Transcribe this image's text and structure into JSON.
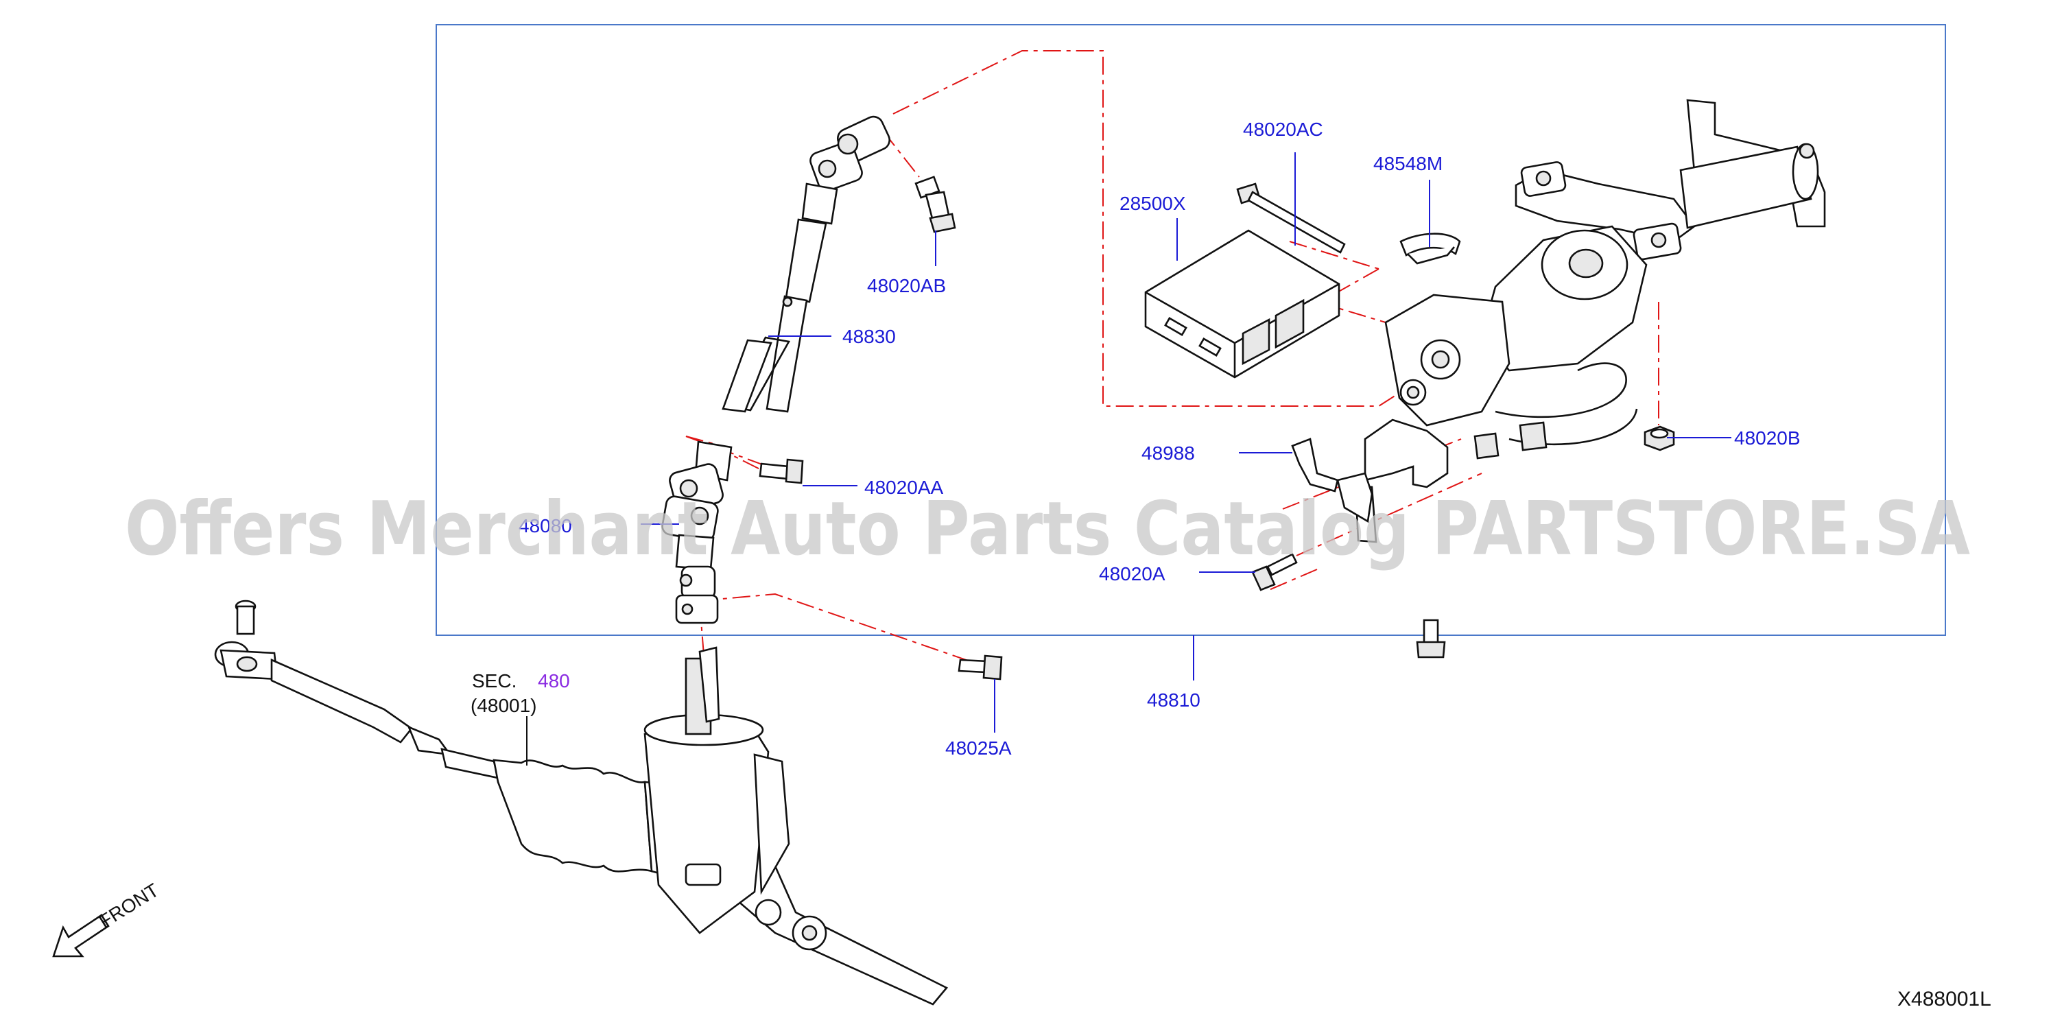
{
  "labels": {
    "p48020AC": "48020AC",
    "p48548M": "48548M",
    "p28500X": "28500X",
    "p48020AB": "48020AB",
    "p48830": "48830",
    "p48020B": "48020B",
    "p48988": "48988",
    "p48020AA": "48020AA",
    "p48080": "48080",
    "p48020A": "48020A",
    "p48810": "48810",
    "p48025A": "48025A",
    "sec_prefix": "SEC.",
    "sec_number": "480",
    "sec_ref": "(48001)",
    "front": "FRONT",
    "figure_code": "X488001L"
  },
  "watermark": {
    "text": "Offers Merchant Auto Parts Catalog PARTSTORE.SA"
  },
  "colors": {
    "part_number": "#1b1bd6",
    "section_link": "#8a2be2",
    "phantom_line": "#e01515",
    "frame": "#4a78c9"
  }
}
